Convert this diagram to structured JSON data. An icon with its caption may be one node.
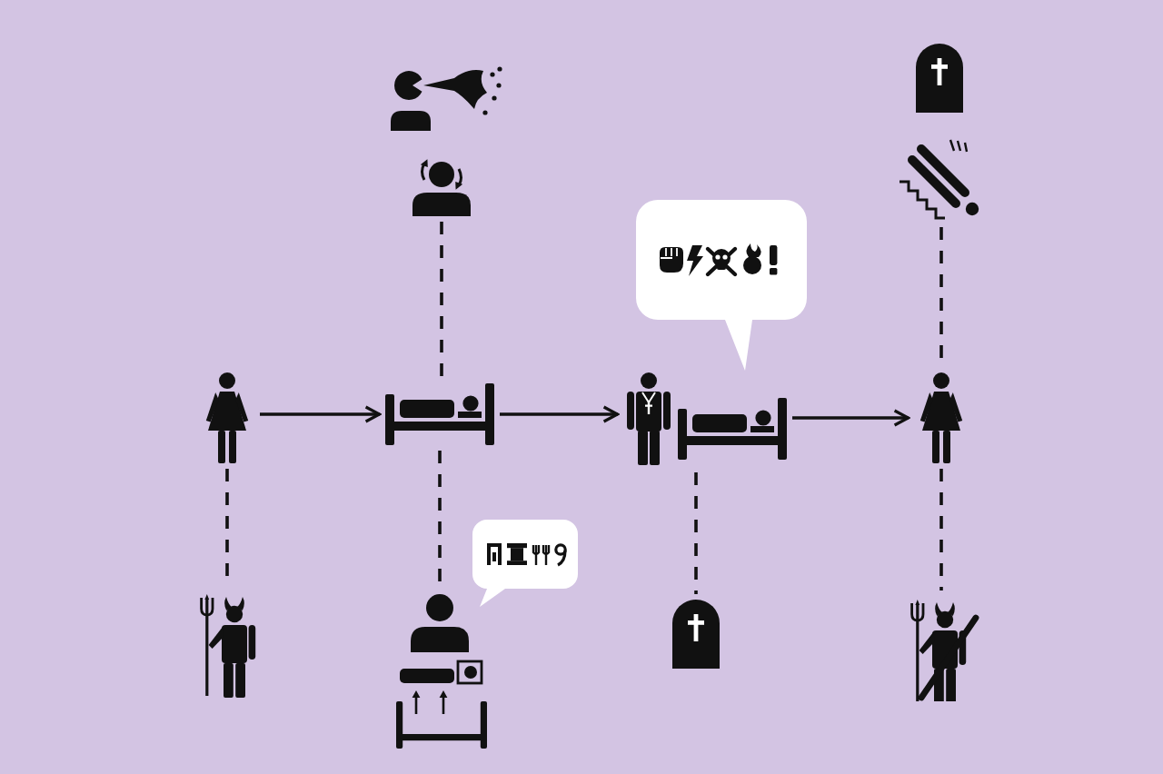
{
  "diagram": {
    "nodes": [
      {
        "text": [],
        "shape": "picture"
      },
      {
        "text": [],
        "shape": "picture"
      },
      {
        "text": [],
        "shape": "picture"
      },
      {
        "text": [],
        "shape": "picture"
      },
      {
        "text": [],
        "shape": "picture"
      },
      {
        "text": [],
        "shape": "picture"
      },
      {
        "text": [],
        "shape": "picture"
      },
      {
        "text": [],
        "shape": "picture"
      },
      {
        "text": [],
        "shape": "picture"
      },
      {
        "text": [],
        "shape": "picture"
      },
      {
        "text": [],
        "shape": "picture"
      },
      {
        "text": [],
        "shape": "picture"
      },
      {
        "text": [],
        "shape": "picture"
      },
      {
        "text": [],
        "shape": "picture"
      },
      {
        "text": [],
        "shape": "picture"
      }
    ],
    "edges": [
      {
        "from": 5,
        "to": 6,
        "arrow": "to"
      },
      {
        "from": 6,
        "to": 7,
        "arrow": "to"
      },
      {
        "from": 7,
        "to": 8,
        "arrow": "to"
      },
      {
        "from": 2,
        "to": 6,
        "arrow": "none",
        "style": "dashed"
      },
      {
        "from": 3,
        "to": 8,
        "arrow": "none",
        "style": "dashed"
      },
      {
        "from": 5,
        "to": 10,
        "arrow": "none",
        "style": "dashed"
      },
      {
        "from": 6,
        "to": 11,
        "arrow": "none",
        "style": "dashed"
      },
      {
        "from": 7,
        "to": 12,
        "arrow": "none",
        "style": "dashed"
      },
      {
        "from": 8,
        "to": 13,
        "arrow": "none",
        "style": "dashed"
      }
    ]
  }
}
